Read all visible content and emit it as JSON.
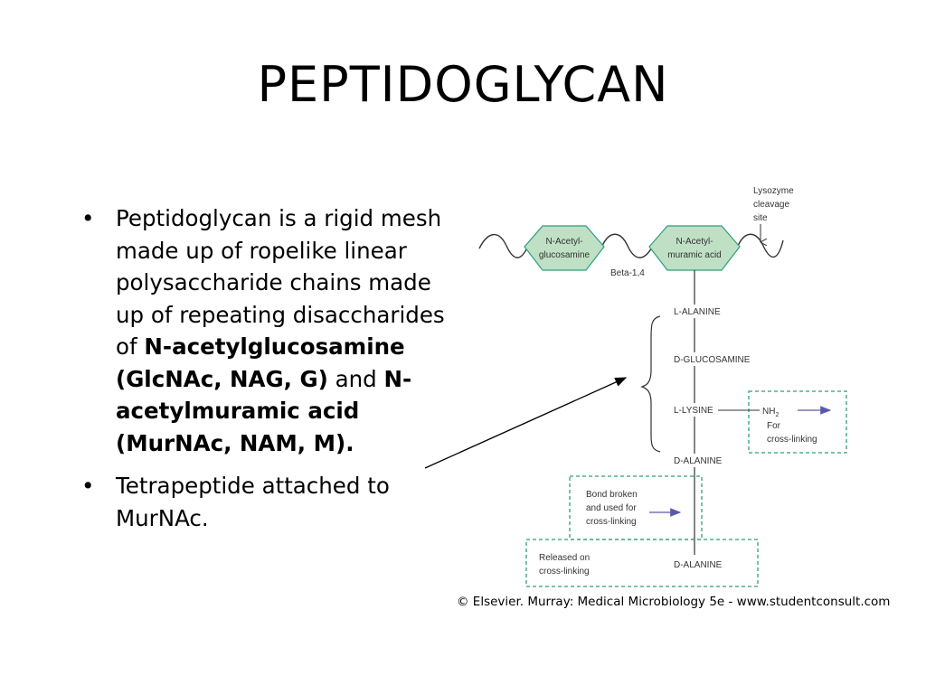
{
  "slide": {
    "title": "PEPTIDOGLYCAN",
    "bullets": [
      {
        "parts": [
          {
            "text": "Peptidoglycan is a rigid mesh made up of ropelike linear polysaccharide chains made up of repeating disaccharides of ",
            "bold": false
          },
          {
            "text": "N-acetylglucosamine (GlcNAc, NAG, G)",
            "bold": true
          },
          {
            "text": " and ",
            "bold": false
          },
          {
            "text": "N-acetylmuramic acid (MurNAc, NAM, M).",
            "bold": true
          }
        ]
      },
      {
        "parts": [
          {
            "text": "Tetrapeptide attached to MurNAc.",
            "bold": false
          }
        ]
      }
    ]
  },
  "diagram": {
    "sugar1_line1": "N-Acetyl-",
    "sugar1_line2": "glucosamine",
    "sugar2_line1": "N-Acetyl-",
    "sugar2_line2": "muramic acid",
    "bond_label": "Beta-1,4",
    "lysozyme_line1": "Lysozyme",
    "lysozyme_line2": "cleavage",
    "lysozyme_line3": "site",
    "aa1": "L-ALANINE",
    "aa2": "D-GLUCOSAMINE",
    "aa3": "L-LYSINE",
    "aa4": "D-ALANINE",
    "aa5": "D-ALANINE",
    "nh2": "NH",
    "nh2_sub": "2",
    "crosslink_line1": "For",
    "crosslink_line2": "cross-linking",
    "bond_broken_line1": "Bond broken",
    "bond_broken_line2": "and used for",
    "bond_broken_line3": "cross-linking",
    "released_line1": "Released on",
    "released_line2": "cross-linking",
    "colors": {
      "sugar_fill": "#bfe0c4",
      "box_border": "#2e9e7e",
      "arrow": "#5a5aa8",
      "text": "#333333"
    }
  },
  "credit": "© Elsevier. Murray: Medical Microbiology 5e - www.studentconsult.com"
}
